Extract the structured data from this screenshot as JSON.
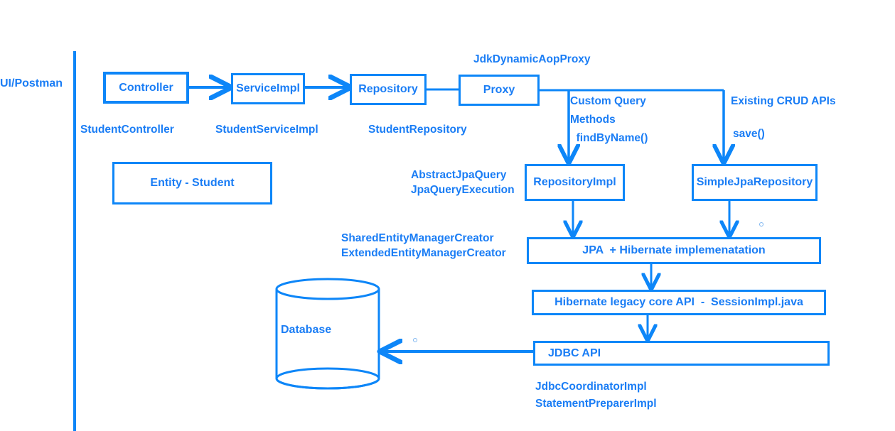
{
  "diagram": {
    "title": "Spring Data JPA request flow",
    "accent_color": "#0d86f8",
    "text_color": "#1a7df5",
    "background": "#ffffff"
  },
  "left_channel": {
    "label": "UI/Postman",
    "divider_name": "vertical-divider"
  },
  "nodes": {
    "controller": {
      "label": "Controller",
      "sub_label": "StudentController"
    },
    "service_impl": {
      "label": "ServiceImpl",
      "sub_label": "StudentServiceImpl"
    },
    "repository": {
      "label": "Repository",
      "sub_label": "StudentRepository"
    },
    "proxy": {
      "label": "Proxy",
      "top_label": "JdkDynamicAopProxy"
    },
    "entity": {
      "label": "Entity - Student"
    },
    "repository_impl": {
      "label": "RepositoryImpl"
    },
    "simple_jpa_repository": {
      "label": "SimpleJpaRepository"
    },
    "jpa_hibernate": {
      "label": "JPA  + Hibernate implemenatation"
    },
    "hibernate_core": {
      "label": "Hibernate legacy core API  -  SessionImpl.java"
    },
    "jdbc_api": {
      "label": "JDBC API"
    },
    "database": {
      "label": "Database"
    }
  },
  "edge_labels": {
    "custom_query": "Custom Query\nMethods\n  findByName()",
    "existing_crud": "Existing CRUD APIs",
    "save_method": "save()"
  },
  "side_labels": {
    "jpa_query_classes": "AbstractJpaQuery\nJpaQueryExecution",
    "entity_manager_creators": "SharedEntityManagerCreator\nExtendedEntityManagerCreator",
    "jdbc_impl_classes": "JdbcCoordinatorImpl\nStatementPreparerImpl"
  }
}
